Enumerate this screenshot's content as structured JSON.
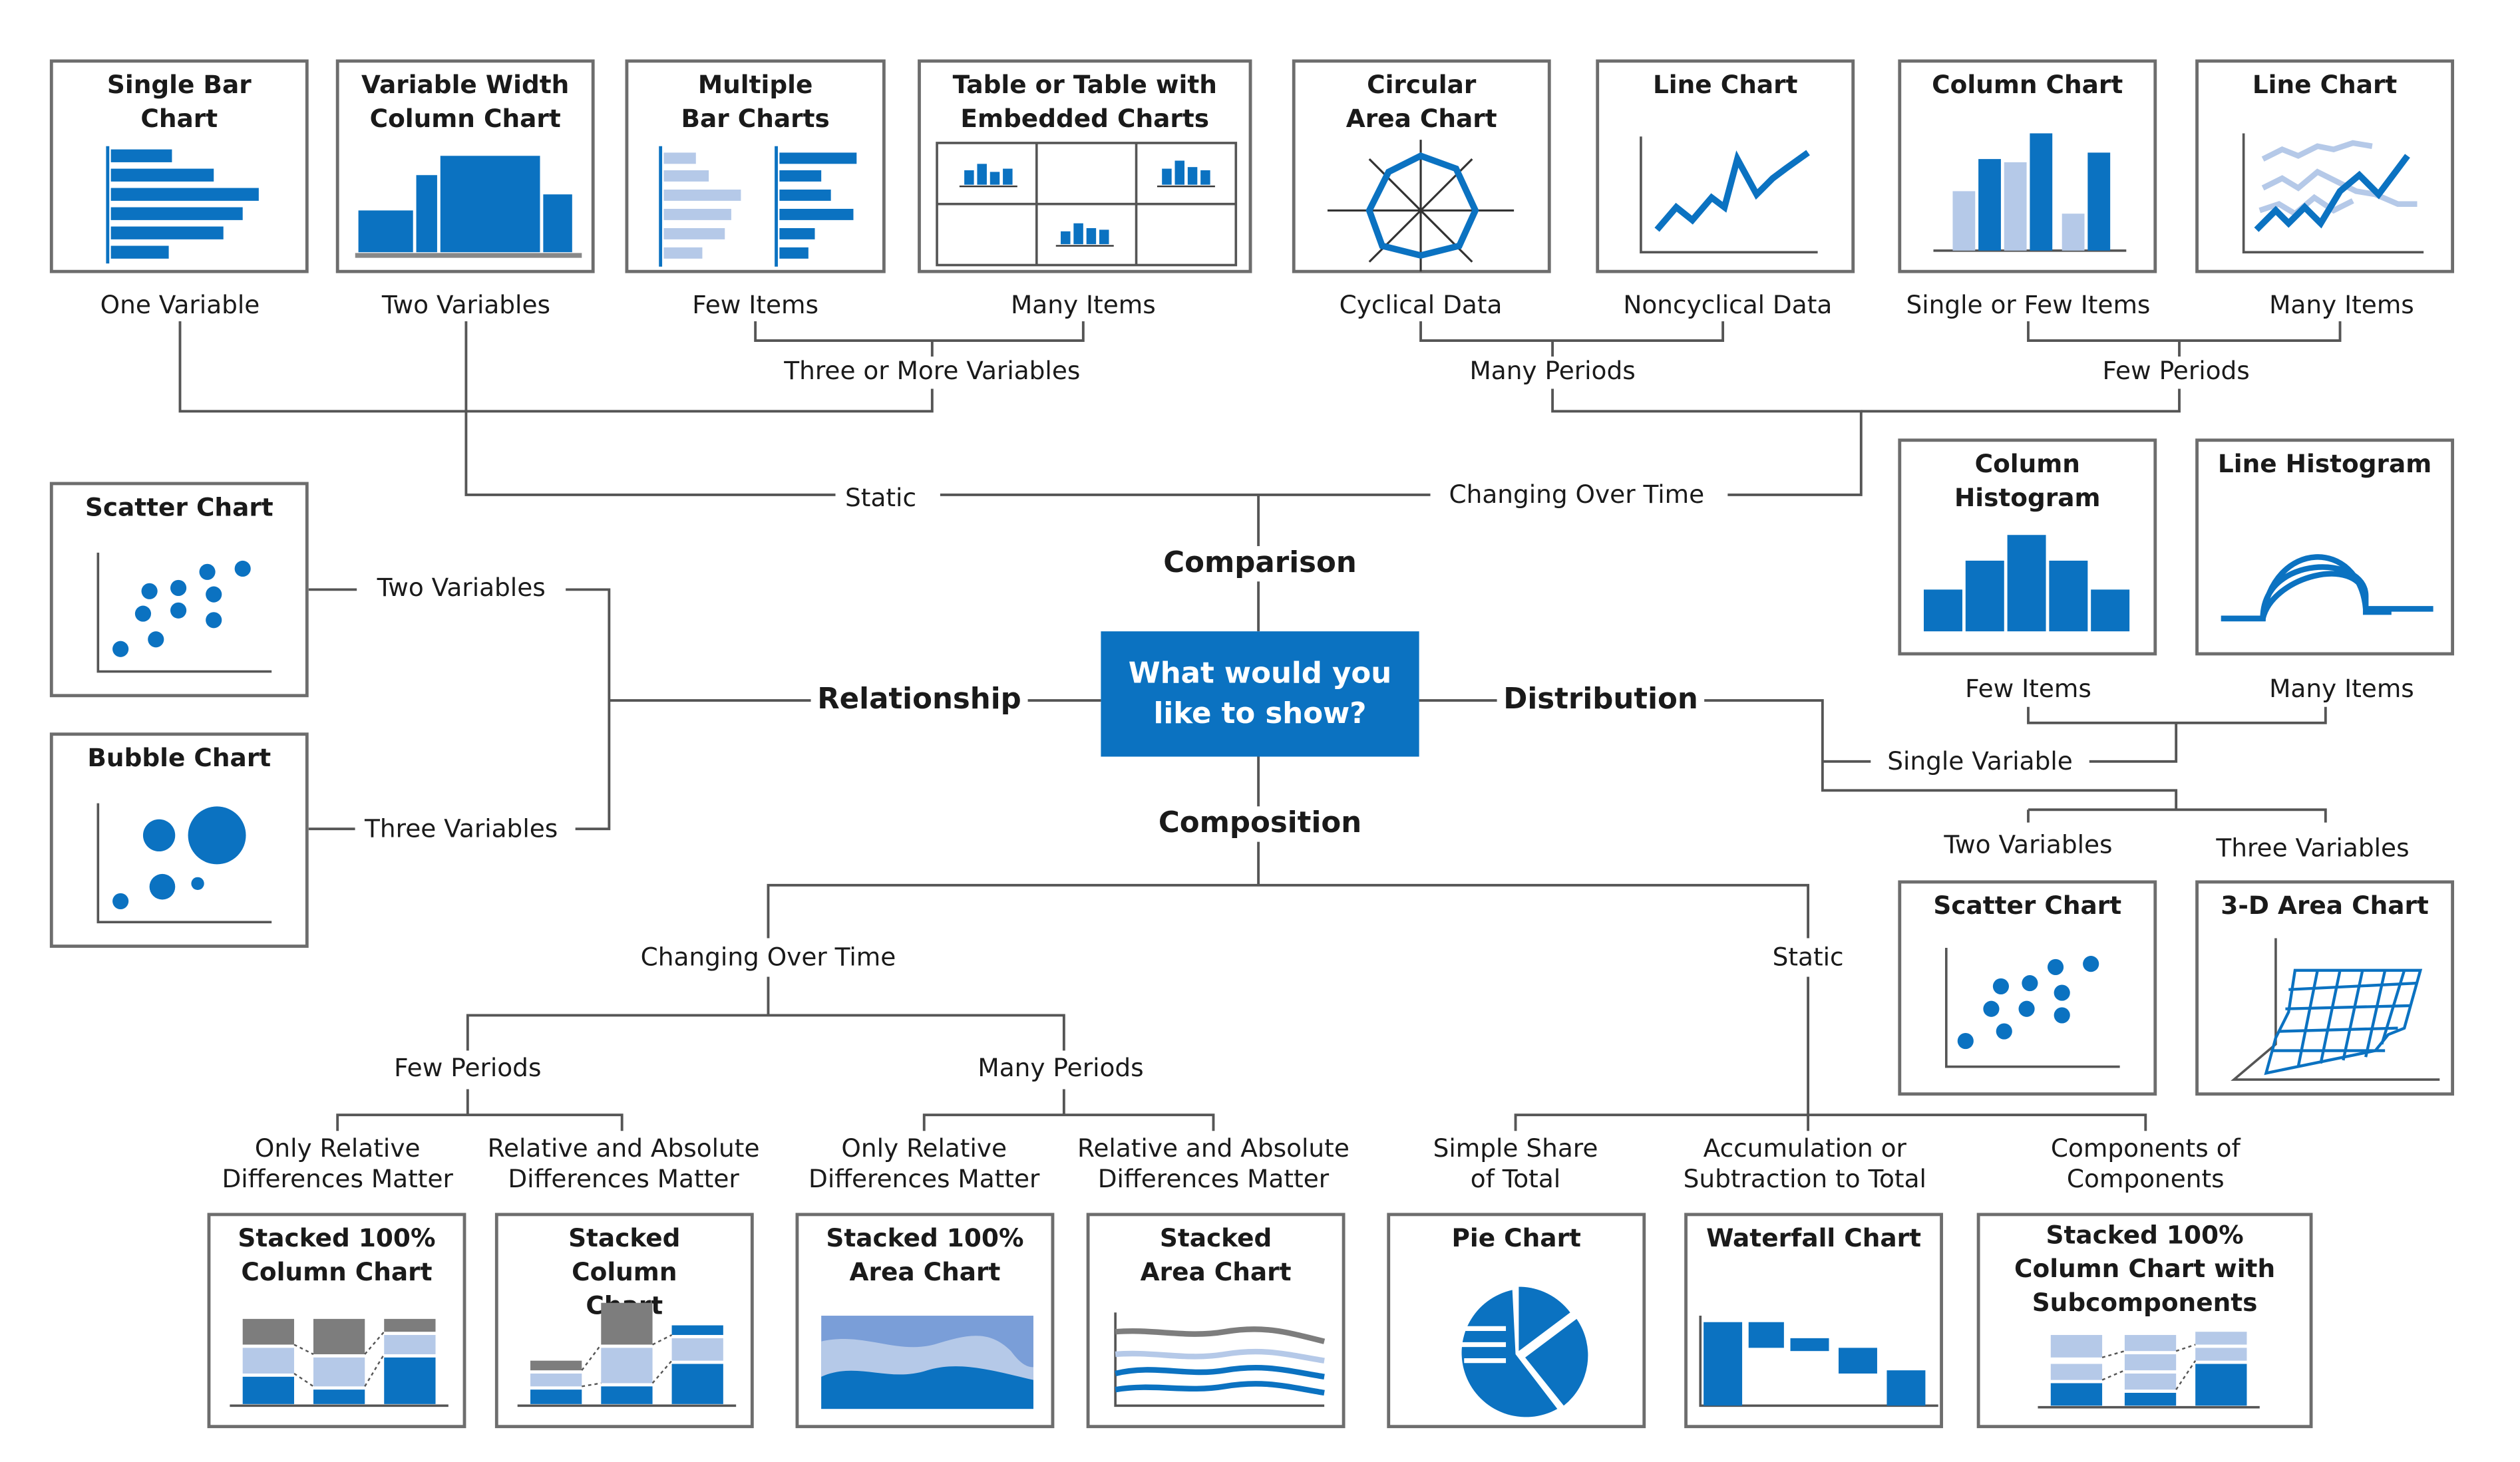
{
  "center_question": "What would you like to show?",
  "categories": {
    "comparison": "Comparison",
    "relationship": "Relationship",
    "distribution": "Distribution",
    "composition": "Composition"
  },
  "comparison": {
    "static": "Static",
    "changing_over_time": "Changing Over Time",
    "one_variable": "One Variable",
    "two_variables": "Two Variables",
    "three_or_more_variables": "Three or More Variables",
    "few_items": "Few Items",
    "many_items": "Many Items",
    "many_periods": "Many Periods",
    "few_periods": "Few Periods",
    "cyclical_data": "Cyclical Data",
    "noncyclical_data": "Noncyclical Data",
    "single_or_few_items": "Single or Few Items",
    "many_items_2": "Many Items",
    "charts": {
      "single_bar": "Single Bar Chart",
      "variable_width": "Variable Width Column Chart",
      "multiple_bar": "Multiple Bar Charts",
      "table_embedded": "Table or Table with Embedded Charts",
      "circular_area": "Circular Area Chart",
      "line_chart_1": "Line Chart",
      "column_chart": "Column Chart",
      "line_chart_2": "Line Chart"
    }
  },
  "relationship": {
    "two_variables": "Two Variables",
    "three_variables": "Three Variables",
    "charts": {
      "scatter": "Scatter Chart",
      "bubble": "Bubble Chart"
    }
  },
  "distribution": {
    "single_variable": "Single Variable",
    "few_items": "Few Items",
    "many_items": "Many Items",
    "two_variables": "Two Variables",
    "three_variables": "Three Variables",
    "charts": {
      "column_histogram": "Column Histogram",
      "line_histogram": "Line Histogram",
      "scatter": "Scatter Chart",
      "area_3d": "3-D Area Chart"
    }
  },
  "composition": {
    "changing_over_time": "Changing Over Time",
    "static": "Static",
    "few_periods": "Few Periods",
    "many_periods": "Many Periods",
    "only_relative_1": "Only Relative Differences Matter",
    "relative_absolute_1": "Relative and Absolute Differences Matter",
    "only_relative_2": "Only Relative Differences Matter",
    "relative_absolute_2": "Relative and Absolute Differences Matter",
    "simple_share": "Simple Share of Total",
    "accumulation": "Accumulation or Subtraction to Total",
    "components": "Components of Components",
    "charts": {
      "stacked_100_column": "Stacked 100% Column Chart",
      "stacked_column": "Stacked Column Chart",
      "stacked_100_area": "Stacked 100% Area Chart",
      "stacked_area": "Stacked Area Chart",
      "pie": "Pie Chart",
      "waterfall": "Waterfall Chart",
      "stacked_100_sub": "Stacked 100% Column Chart with Subcomponents"
    }
  },
  "colors": {
    "primary": "#0b72c1",
    "light": "#b5c9e8",
    "gray": "#7d7d7d",
    "connector": "#555555"
  }
}
